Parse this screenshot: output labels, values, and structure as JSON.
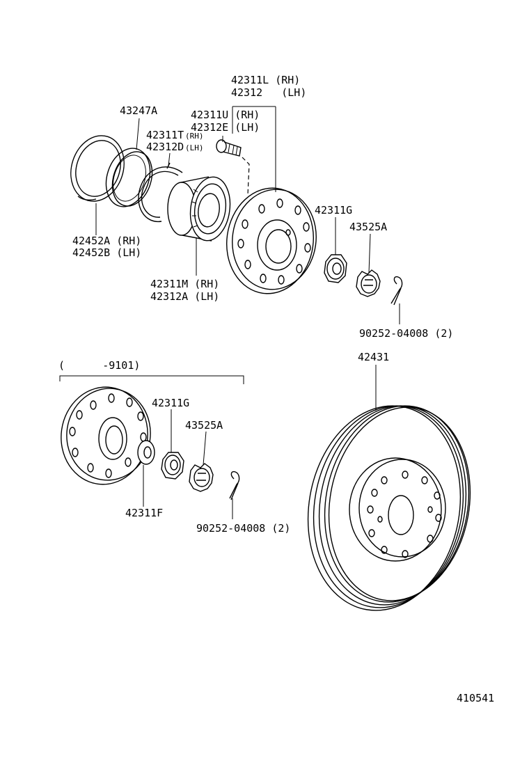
{
  "labels": {
    "hub_rh": "42311L (RH)",
    "hub_lh": "42312   (LH)",
    "seal": "43247A",
    "bolt_rh": "42311U (RH)",
    "bolt_lh": "42312E (LH)",
    "ring_rh": "42311T",
    "ring_rh_suffix": "(RH)",
    "ring_lh": "42312D",
    "ring_lh_suffix": "(LH)",
    "nut_top": "42311G",
    "lock_top": "43525A",
    "shield_rh": "42452A (RH)",
    "shield_lh": "42452B (LH)",
    "bearing_rh": "42311M (RH)",
    "bearing_lh": "42312A (LH)",
    "pin_top": "90252-04008 (2)",
    "disc": "42431",
    "period": "(      -9101)",
    "nut_bottom": "42311G",
    "lock_bottom": "43525A",
    "washer": "42311F",
    "pin_bottom": "90252-04008 (2)",
    "drawing_number": "410541"
  }
}
